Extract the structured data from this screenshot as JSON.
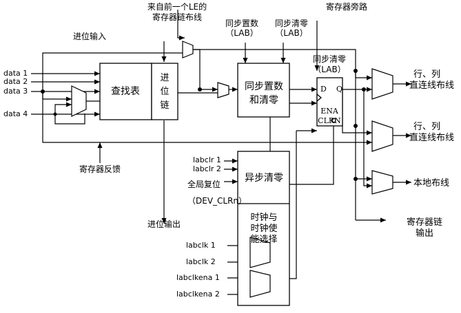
{
  "labels": {
    "chain_from_prev_line1": "来自前一个LE的",
    "chain_from_prev_line2": "寄存器链布线",
    "carry_in": "进位输入",
    "sync_load": "同步置数",
    "sync_clear": "同步清零",
    "lab": "（LAB）",
    "register_bypass": "寄存器旁路",
    "register_feedback": "寄存器反馈",
    "carry_out": "进位输出",
    "global_reset": "全局复位",
    "dev_clrn": "（DEV_CLRn）"
  },
  "inputs": {
    "data1": "data 1",
    "data2": "data 2",
    "data3": "data 3",
    "data4": "data 4",
    "labclr1": "labclr 1",
    "labclr2": "labclr 2",
    "labclk1": "labclk 1",
    "labclk2": "labclk 2",
    "labclkena1": "labclkena 1",
    "labclkena2": "labclkena 2"
  },
  "blocks": {
    "lut": "查找表",
    "carry_1": "进",
    "carry_2": "位",
    "carry_3": "链",
    "sync_1": "同步置数",
    "sync_2": "和清零",
    "async_clear": "异步清零",
    "clock_1": "时钟与",
    "clock_2": "时钟使",
    "clock_3": "能选择"
  },
  "register": {
    "d": "D",
    "q": "Q",
    "ena": "ENA",
    "clrn": "CLRN"
  },
  "outputs": {
    "row_col_1": "行、列",
    "row_col_2": "直连线布线",
    "local": "本地布线",
    "chain_out_1": "寄存器链",
    "chain_out_2": "输出"
  }
}
